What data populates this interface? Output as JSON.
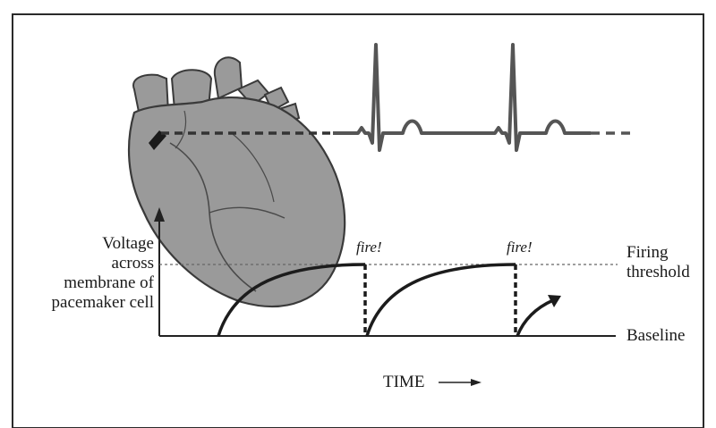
{
  "labels": {
    "y_axis": [
      "Voltage",
      "across",
      "membrane of",
      "pacemaker cell"
    ],
    "fire_1": "fire!",
    "fire_2": "fire!",
    "threshold": [
      "Firing",
      "threshold"
    ],
    "baseline": "Baseline",
    "time": "TIME"
  },
  "colors": {
    "heart_fill": "#9a9a9a",
    "heart_stroke": "#3a3a3a",
    "ecg": "#555555",
    "curve": "#1c1c1c",
    "axis": "#222222",
    "threshold_line": "#666666"
  },
  "icons": {
    "heart": "heart-illustration",
    "time_arrow": "right-arrow-icon"
  }
}
